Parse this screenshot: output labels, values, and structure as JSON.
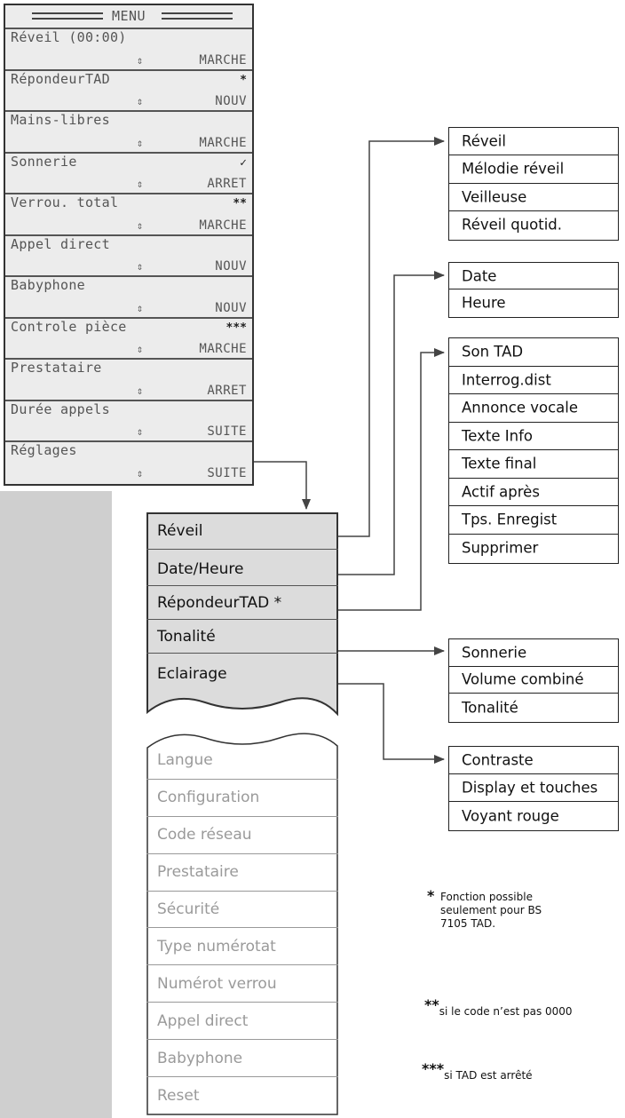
{
  "lcd_menu": {
    "title": "MENU",
    "items": [
      {
        "label": "Réveil (00:00)",
        "arrow": "⇕",
        "status": "MARCHE",
        "mark": ""
      },
      {
        "label": "RépondeurTAD",
        "arrow": "⇕",
        "status": "NOUV",
        "mark": "*"
      },
      {
        "label": "Mains-libres",
        "arrow": "⇕",
        "status": "MARCHE",
        "mark": ""
      },
      {
        "label": "Sonnerie",
        "arrow": "⇕",
        "status": "ARRET",
        "mark": "✓"
      },
      {
        "label": "Verrou. total",
        "arrow": "⇕",
        "status": "MARCHE",
        "mark": "**"
      },
      {
        "label": "Appel direct",
        "arrow": "⇕",
        "status": "NOUV",
        "mark": ""
      },
      {
        "label": "Babyphone",
        "arrow": "⇕",
        "status": "NOUV",
        "mark": ""
      },
      {
        "label": "Controle pièce",
        "arrow": "⇕",
        "status": "MARCHE",
        "mark": "***"
      },
      {
        "label": "Prestataire",
        "arrow": "⇕",
        "status": "ARRET",
        "mark": ""
      },
      {
        "label": "Durée appels",
        "arrow": "⇕",
        "status": "SUITE",
        "mark": ""
      },
      {
        "label": "Réglages",
        "arrow": "⇕",
        "status": "SUITE",
        "mark": ""
      }
    ]
  },
  "settings_menu": {
    "active_items": [
      "Réveil",
      "Date/Heure",
      "RépondeurTAD *",
      "Tonalité",
      "Eclairage"
    ],
    "inactive_items": [
      "Langue",
      "Configuration",
      "Code réseau",
      "Prestataire",
      "Sécurité",
      "Type numérotat",
      "Numérot verrou",
      "Appel direct",
      "Babyphone",
      "Reset"
    ]
  },
  "submenus": {
    "reveil": [
      "Réveil",
      "Mélodie réveil",
      "Veilleuse",
      "Réveil quotid."
    ],
    "date_heure": [
      "Date",
      "Heure"
    ],
    "repondeur": [
      "Son TAD",
      "Interrog.dist",
      "Annonce vocale",
      "Texte Info",
      "Texte final",
      "Actif après",
      "Tps. Enregist",
      "Supprimer"
    ],
    "tonalite": [
      "Sonnerie",
      "Volume combiné",
      "Tonalité"
    ],
    "eclairage": [
      "Contraste",
      "Display et touches",
      "Voyant rouge"
    ]
  },
  "notes": {
    "n1_mark": "*",
    "n1_text": "Fonction possible seulement pour BS 7105 TAD.",
    "n2_mark": "**",
    "n2_text": "si le code n’est pas 0000",
    "n3_mark": "***",
    "n3_text": "si TAD est arrêté"
  }
}
